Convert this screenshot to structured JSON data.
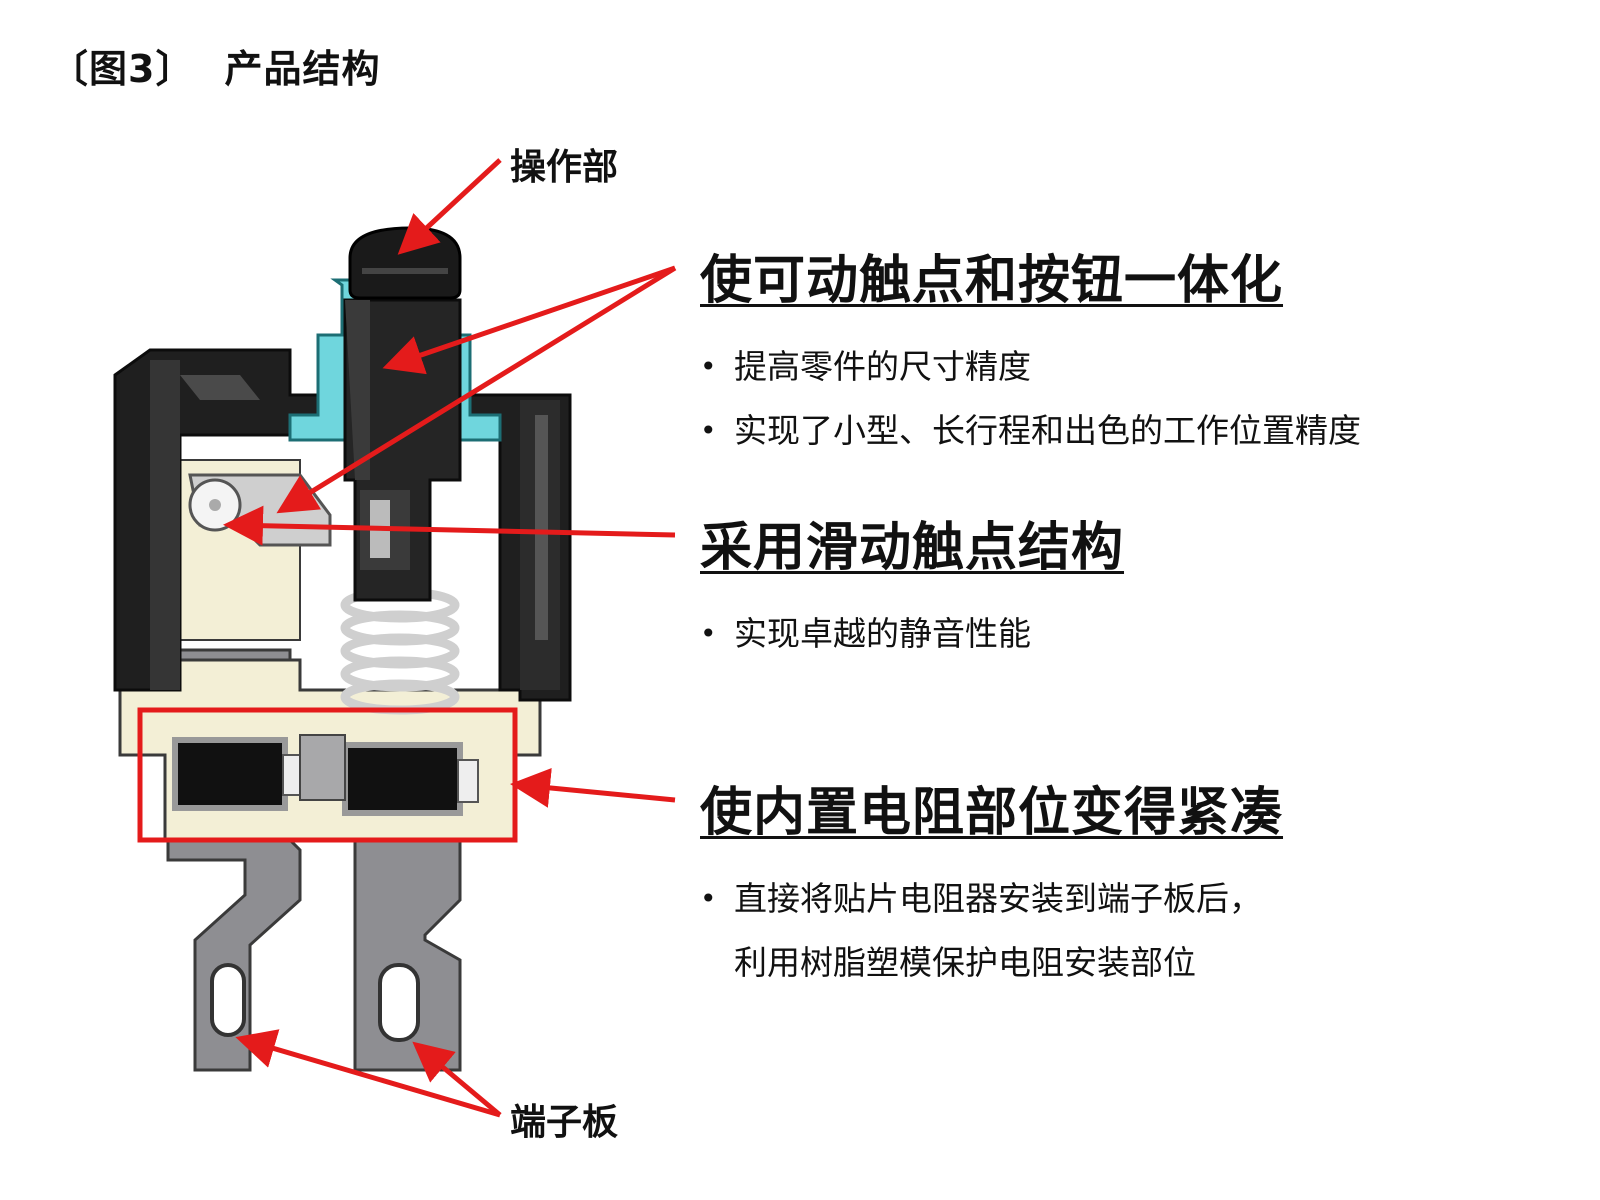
{
  "title": {
    "fig": "〔图3〕",
    "text": "产品结构"
  },
  "labels": {
    "operation": "操作部",
    "terminal": "端子板"
  },
  "features": [
    {
      "heading": "使可动触点和按钮一体化",
      "bullets": [
        [
          "提高零件的尺寸精度"
        ],
        [
          "实现了小型、长行程和出色的工作位置精度"
        ]
      ]
    },
    {
      "heading": "采用滑动触点结构",
      "bullets": [
        [
          "实现卓越的静音性能"
        ]
      ]
    },
    {
      "heading": "使内置电阻部位变得紧凑",
      "bullets": [
        [
          "直接将贴片电阻器安装到端子板后，",
          "利用树脂塑模保护电阻安装部位"
        ]
      ]
    }
  ],
  "colors": {
    "arrow": "#e41b1b",
    "housing": "#1f1f1f",
    "base": "#f3efd6",
    "metal": "#8e8e92",
    "cover": "#6fd6dd"
  }
}
